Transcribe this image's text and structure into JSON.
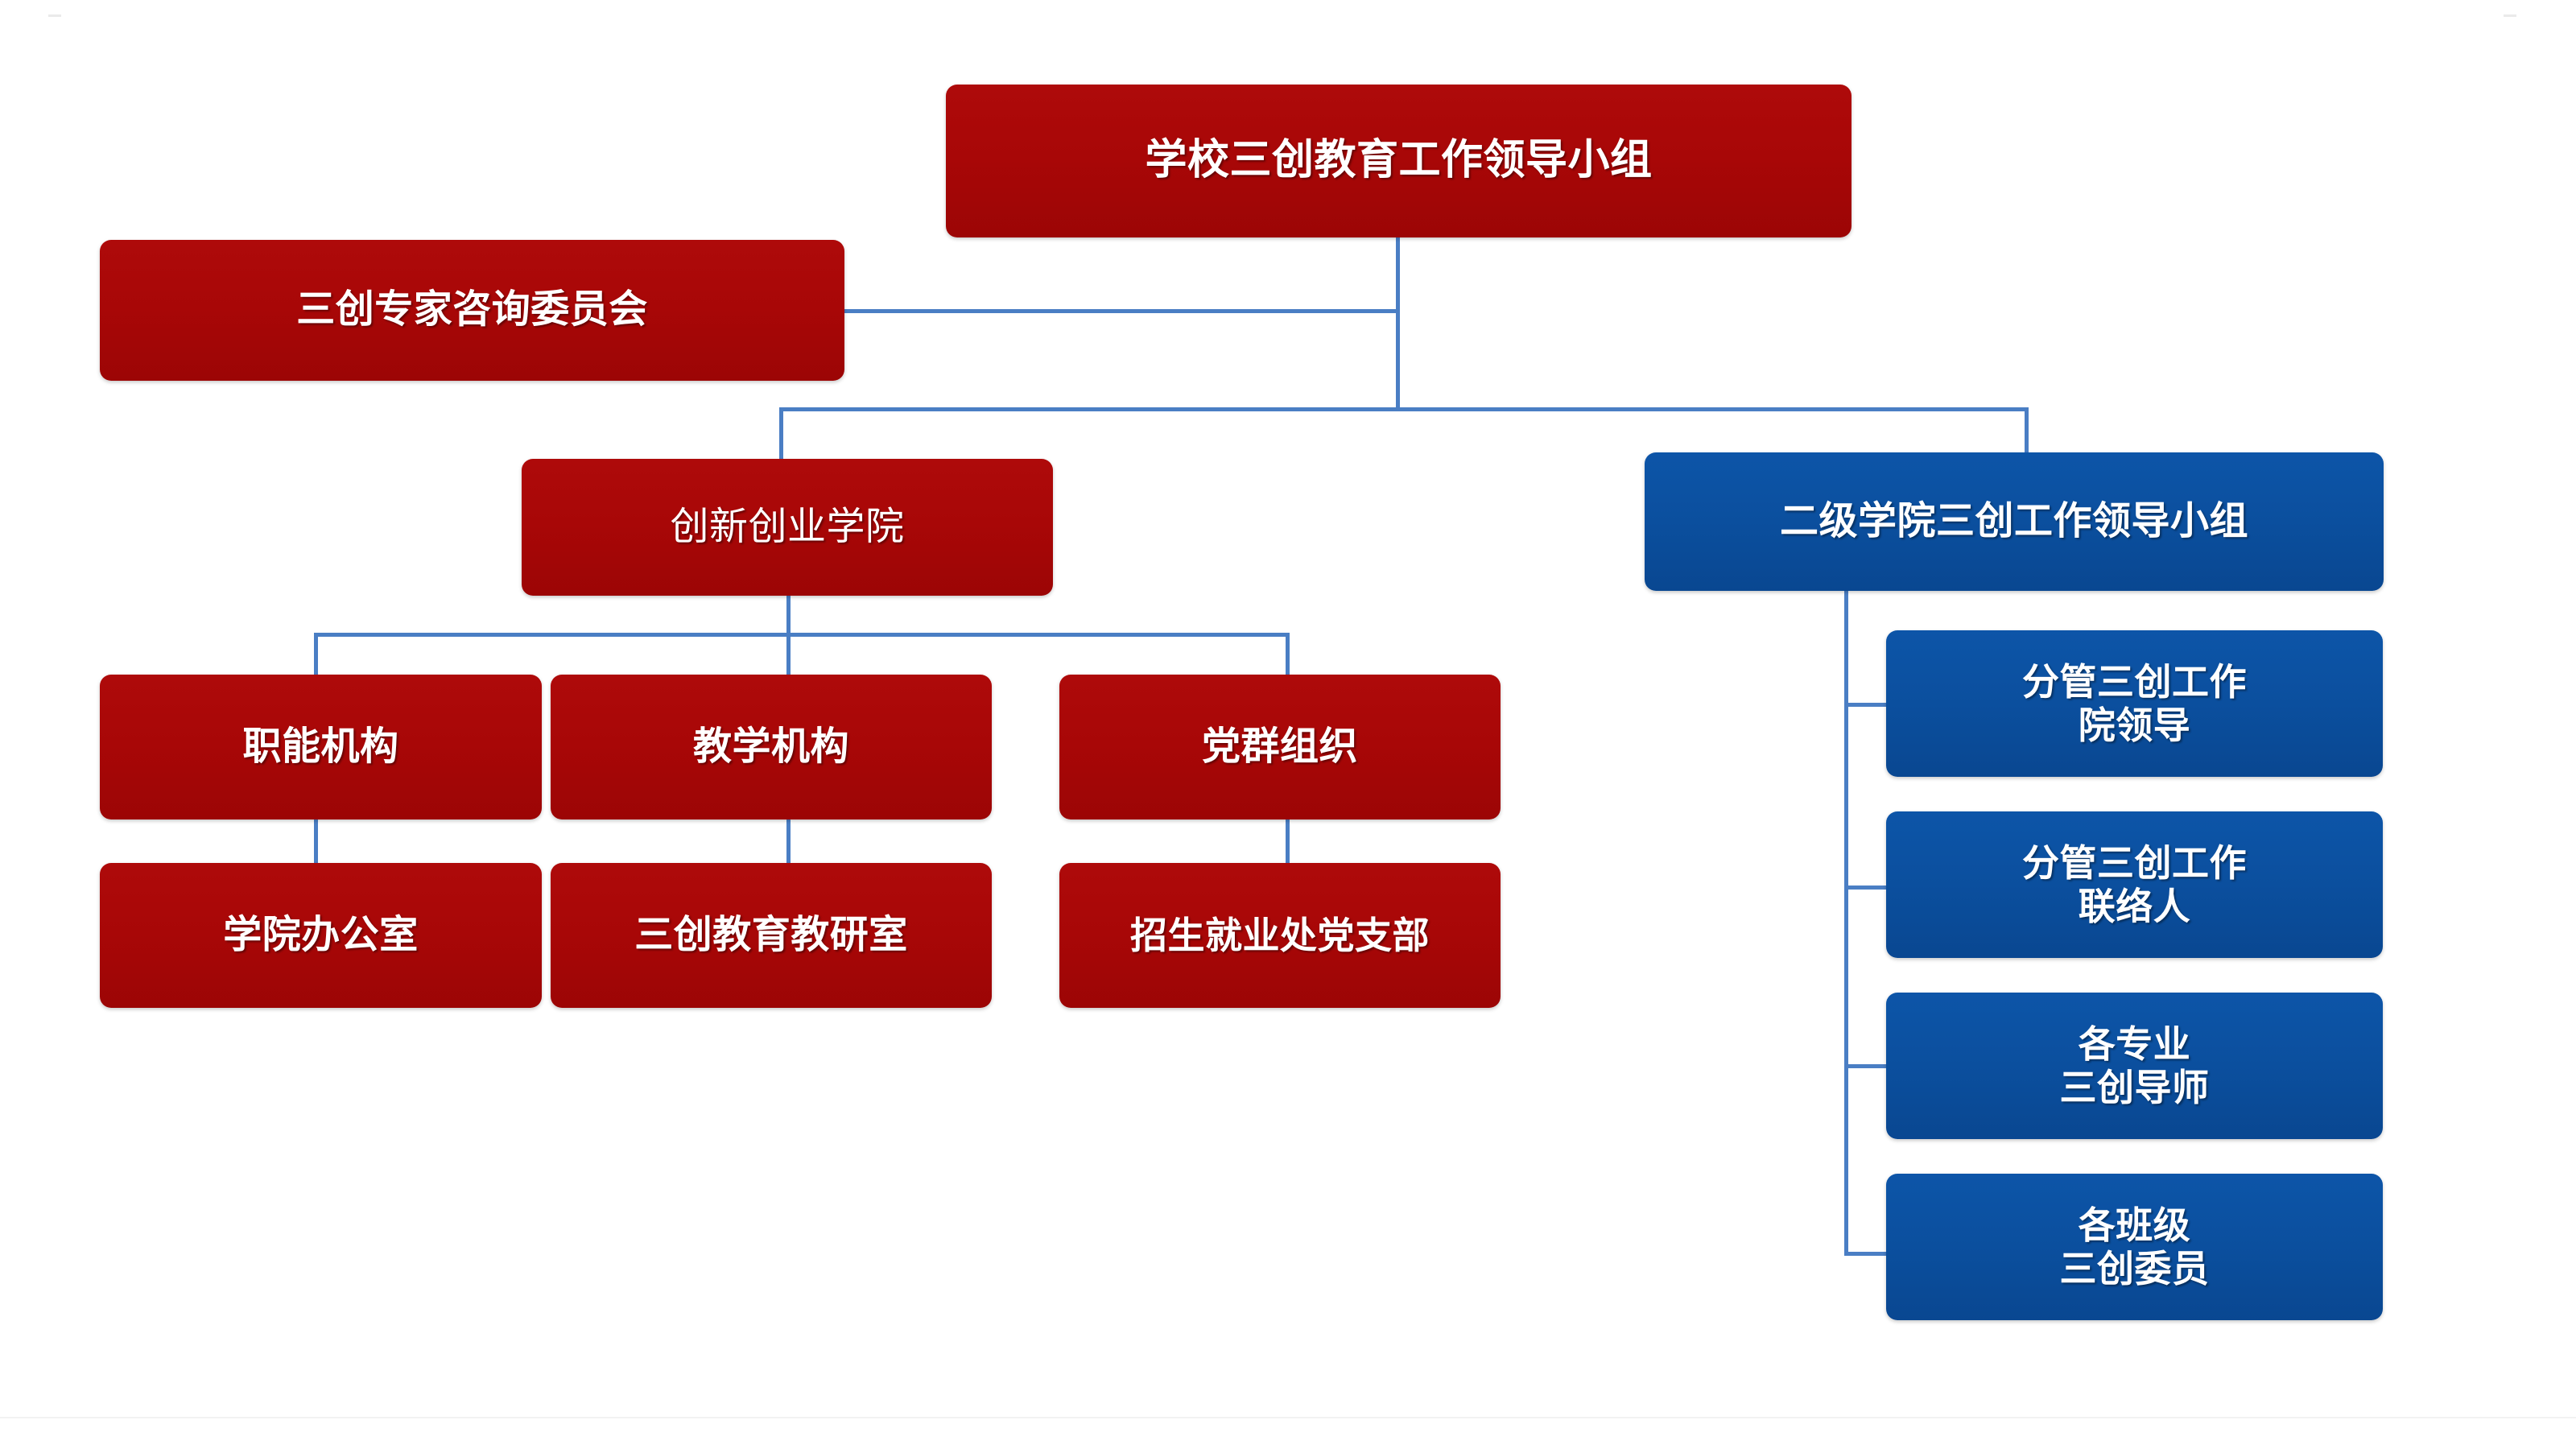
{
  "diagram": {
    "title_text": "学校三创教育工作领导小组",
    "colors": {
      "red": "#A80707",
      "blue": "#0B4F9E",
      "connector": "#4A7EC4",
      "text": "#FFFFFF",
      "background": "#FFFFFF"
    },
    "nodes": {
      "root": {
        "label": "学校三创教育工作领导小组"
      },
      "advisory": {
        "label": "三创专家咨询委员会"
      },
      "college": {
        "label": "创新创业学院"
      },
      "secondary_group": {
        "label": "二级学院三创工作领导小组"
      },
      "functional_dept": {
        "label": "职能机构"
      },
      "teaching_dept": {
        "label": "教学机构"
      },
      "party_org": {
        "label": "党群组织"
      },
      "college_office": {
        "label": "学院办公室"
      },
      "teaching_research": {
        "label": "三创教育教研室"
      },
      "party_branch": {
        "label": "招生就业处党支部"
      },
      "leader": {
        "line1": "分管三创工作",
        "line2": "院领导"
      },
      "liaison": {
        "line1": "分管三创工作",
        "line2": "联络人"
      },
      "mentor": {
        "line1": "各专业",
        "line2": "三创导师"
      },
      "committee": {
        "line1": "各班级",
        "line2": "三创委员"
      }
    }
  }
}
